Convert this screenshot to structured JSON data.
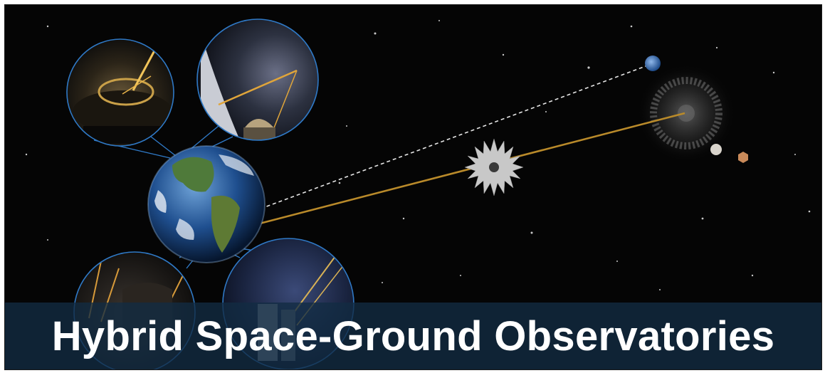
{
  "title": "Hybrid Space-Ground Observatories",
  "colors": {
    "background": "#050505",
    "beam": "#b98a2a",
    "dashed_line": "#e6e6e6",
    "callout_ring": "#2f79c6",
    "title_band": "#122c42",
    "title_text": "#ffffff"
  },
  "scene": {
    "objects": [
      "earth-globe",
      "starshade",
      "distant-exoplanet-earth",
      "host-star-glow",
      "planet-small-white",
      "planet-small-orange"
    ],
    "callouts": [
      "laser-dome-telescope",
      "observatory-laser-sky",
      "laser-beams-telescope",
      "observatory-towers-night"
    ]
  }
}
